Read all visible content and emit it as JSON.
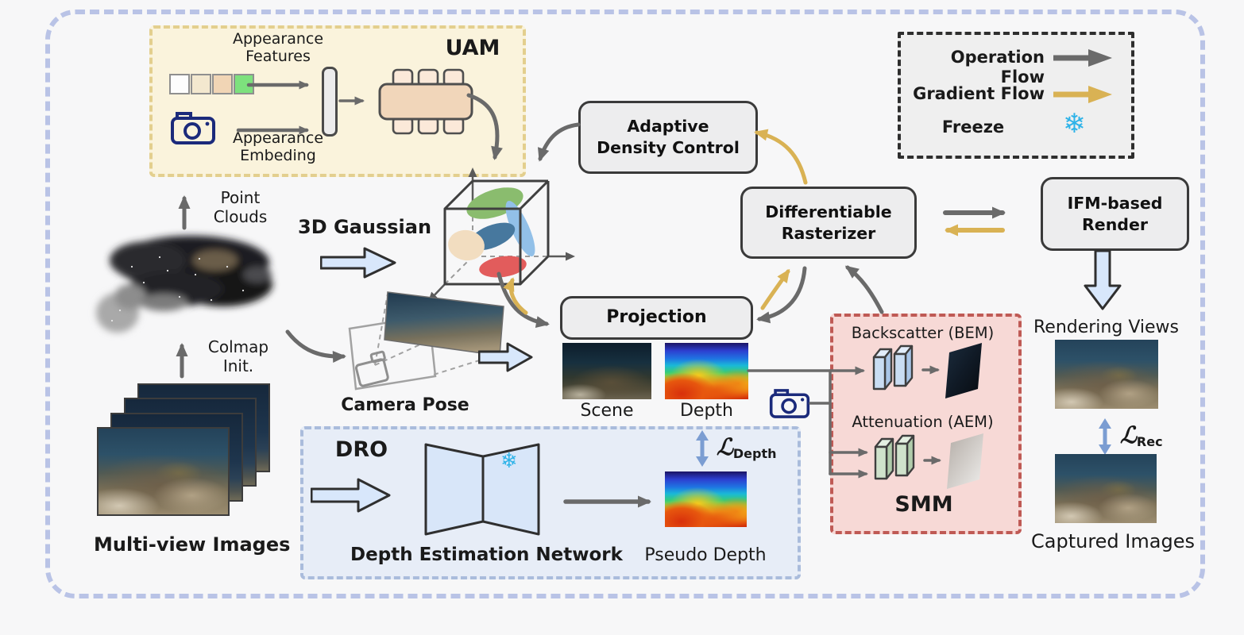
{
  "diagram": {
    "uam": {
      "title": "UAM",
      "features_label": "Appearance Features",
      "embedding_label": "Appearance Embeding"
    },
    "legend": {
      "operation_flow": "Operation Flow",
      "gradient_flow": "Gradient Flow",
      "freeze": "Freeze"
    },
    "pipeline": {
      "point_clouds": "Point Clouds",
      "colmap_init": "Colmap Init.",
      "multi_view_images": "Multi-view Images",
      "gaussian_3d": "3D Gaussian",
      "camera_pose": "Camera Pose",
      "adaptive_density_control": "Adaptive Density Control",
      "differentiable_rasterizer": "Differentiable Rasterizer",
      "projection": "Projection",
      "ifm_render": "IFM-based Render",
      "scene": "Scene",
      "depth": "Depth",
      "rendering_views": "Rendering Views",
      "captured_images": "Captured Images"
    },
    "dro": {
      "title": "DRO",
      "network": "Depth Estimation Network",
      "pseudo_depth": "Pseudo Depth"
    },
    "smm": {
      "title": "SMM",
      "backscatter": "Backscatter (BEM)",
      "attenuation": "Attenuation (AEM)"
    },
    "losses": {
      "depth_symbol": "ℒ",
      "depth_sub": "Depth",
      "rec_symbol": "ℒ",
      "rec_sub": "Rec"
    },
    "icons": {
      "snowflake": "❄"
    },
    "colors": {
      "operation_flow": "#6a6a6a",
      "gradient_flow": "#d9b254",
      "freeze_blue": "#2fb3e8",
      "uam_bg": "#faf3dc",
      "dro_bg": "#e7edf7",
      "smm_bg": "#f7d9d6",
      "outer_border": "#b9c3e6",
      "block_arrow_fill": "#d8e7fb"
    }
  }
}
